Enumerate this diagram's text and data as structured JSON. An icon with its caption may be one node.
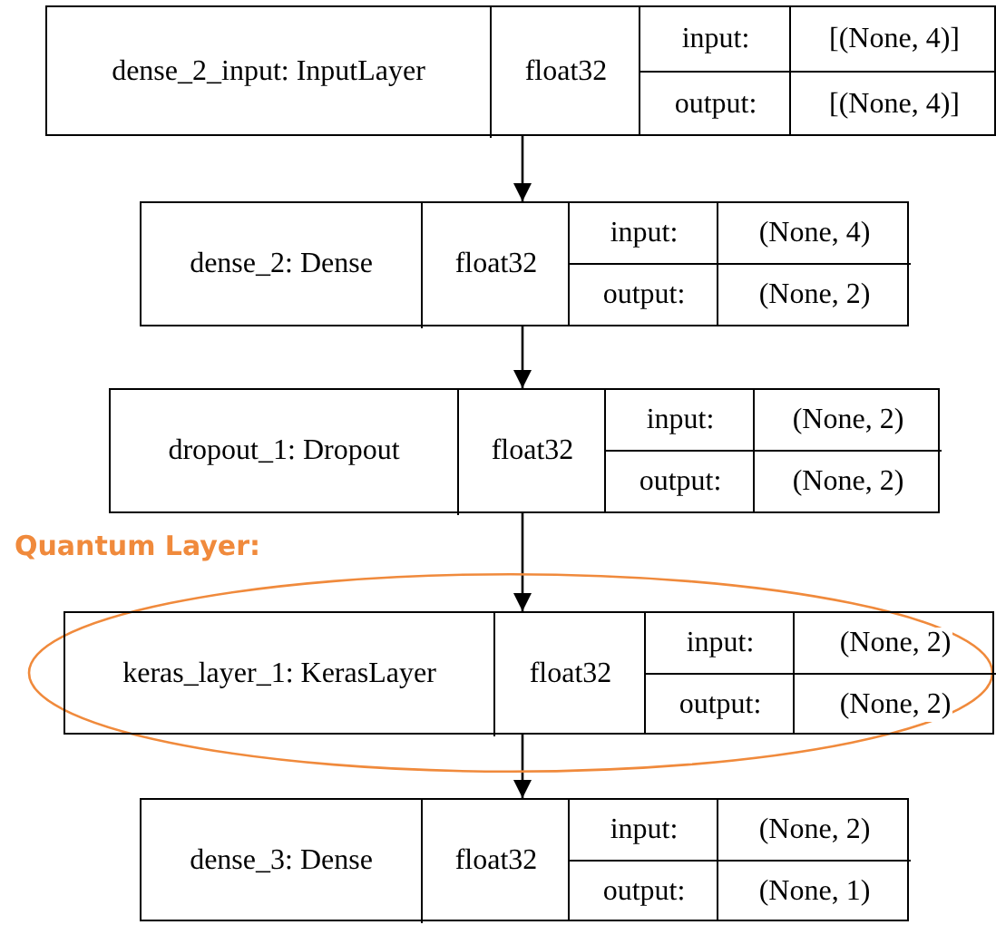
{
  "diagram": {
    "nodes": [
      {
        "text": [
          "dense_2_input: InputLayer",
          "float32",
          "input:",
          "[(None, 4)]",
          "output:",
          "[(None, 4)]"
        ]
      },
      {
        "text": [
          "dense_2: Dense",
          "float32",
          "input:",
          "(None, 4)",
          "output:",
          "(None, 2)"
        ]
      },
      {
        "text": [
          "dropout_1: Dropout",
          "float32",
          "input:",
          "(None, 2)",
          "output:",
          "(None, 2)"
        ]
      },
      {
        "text": [
          "Quantum Layer:"
        ]
      },
      {
        "text": [
          "keras_layer_1: KerasLayer",
          "float32",
          "input:",
          "(None, 2)",
          "output:",
          "(None, 2)"
        ],
        "in": 3
      },
      {
        "text": [
          "dense_3: Dense",
          "float32",
          "input:",
          "(None, 2)",
          "output:",
          "(None, 1)"
        ]
      }
    ],
    "edges": [
      {
        "from": 0,
        "to": 1,
        "arrow": "to"
      },
      {
        "from": 1,
        "to": 2,
        "arrow": "to"
      },
      {
        "from": 2,
        "to": 4,
        "arrow": "to"
      },
      {
        "from": 4,
        "to": 5,
        "arrow": "to"
      }
    ]
  }
}
